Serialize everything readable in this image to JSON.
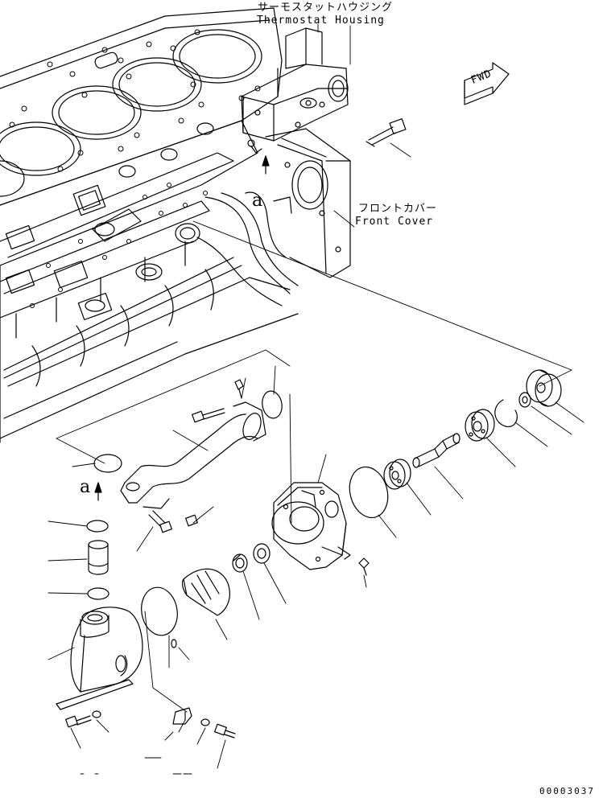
{
  "labels": {
    "thermostat_housing_jp": "サーモスタットハウジング",
    "thermostat_housing_en": "Thermostat Housing",
    "front_cover_jp": "フロントカバー",
    "front_cover_en": "Front Cover",
    "fwd": "FWD",
    "view_a_upper": "a",
    "view_a_lower": "a",
    "drawing_number": "00003037"
  }
}
